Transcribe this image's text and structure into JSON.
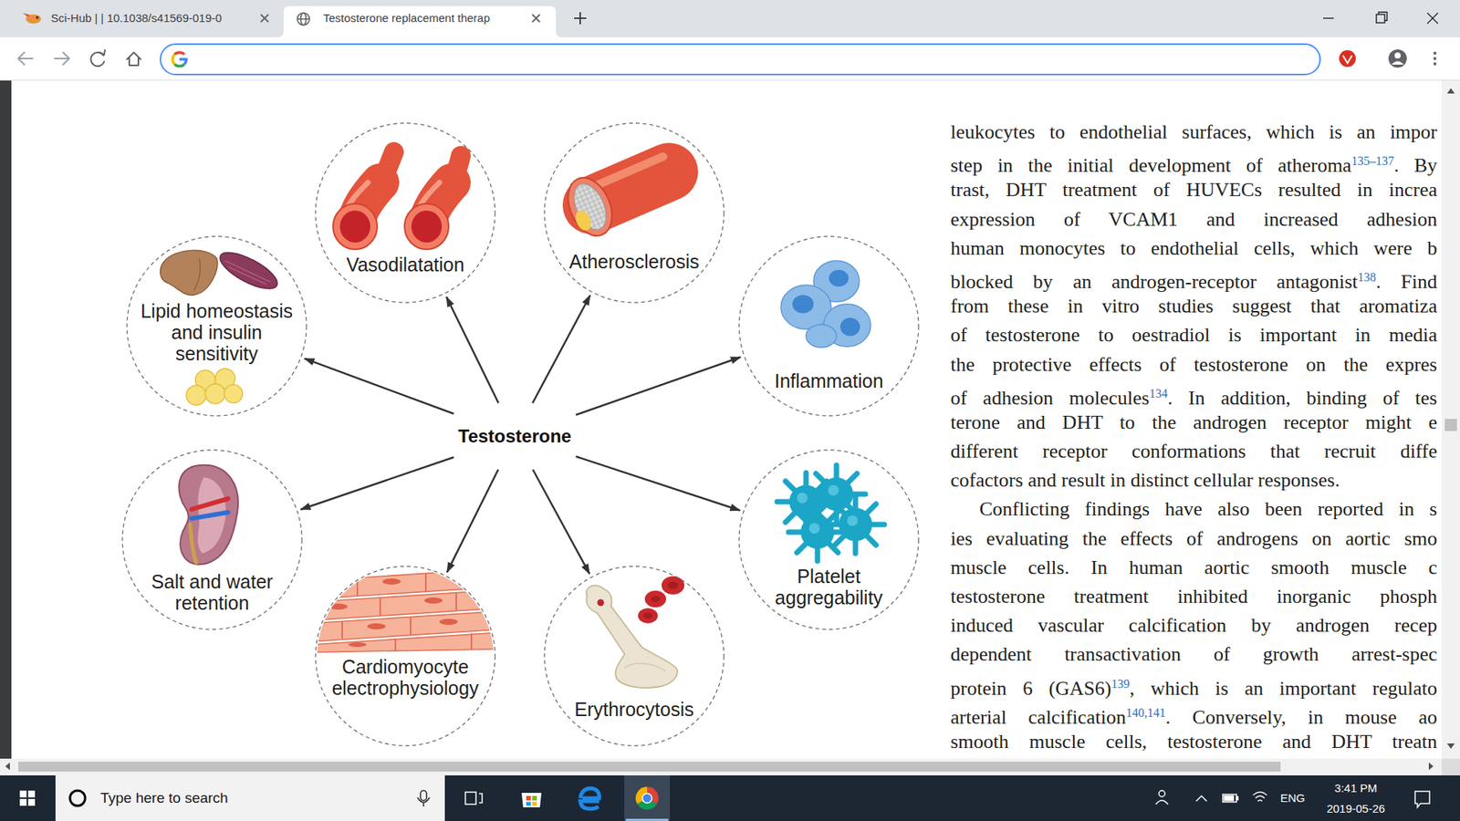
{
  "diagram": {
    "nodes": [
      {
        "text": [
          "Vasodilatation"
        ]
      },
      {
        "text": [
          "Atherosclerosis"
        ]
      },
      {
        "text": [
          "Lipid homeostasis and insulin sensitivity"
        ]
      },
      {
        "text": [
          "Inflammation"
        ]
      },
      {
        "text": [
          "Testosterone"
        ]
      },
      {
        "text": [
          "Salt and water retention"
        ]
      },
      {
        "text": [
          "Platelet aggregability"
        ]
      },
      {
        "text": [
          "Cardiomyocyte electrophysiology"
        ]
      },
      {
        "text": [
          "Erythrocytosis"
        ]
      }
    ],
    "edges": [
      {
        "from": 4,
        "to": 0,
        "arrow": "to"
      },
      {
        "from": 4,
        "to": 1,
        "arrow": "to"
      },
      {
        "from": 4,
        "to": 2,
        "arrow": "to"
      },
      {
        "from": 4,
        "to": 3,
        "arrow": "to"
      },
      {
        "from": 4,
        "to": 5,
        "arrow": "to"
      },
      {
        "from": 4,
        "to": 6,
        "arrow": "to"
      },
      {
        "from": 4,
        "to": 7,
        "arrow": "to"
      },
      {
        "from": 4,
        "to": 8,
        "arrow": "to"
      }
    ],
    "labels": [
      "Sci-Hub | | 10.1038/s41569-019-0",
      "Testosterone replacement therap",
      "leukocytes to endothelial surfaces, which is an impor",
      "step in the initial development of atheroma",
      "135–137",
      ". By",
      "trast, DHT treatment of HUVECs resulted in increa",
      "expression of VCAM1 and increased adhesion",
      "human monocytes to endothelial cells, which were b",
      "blocked by an androgen-receptor antagonist",
      "138",
      ". Find",
      "from these in vitro studies suggest that aromatiza",
      "of testosterone to oestradiol is important in media",
      "the protective effects of testosterone on the expres",
      "of adhesion molecules",
      "134",
      ". In addition, binding of tes",
      "terone and DHT to the androgen receptor might e",
      "different receptor conformations that recruit diffe",
      "cofactors and result in distinct cellular responses.",
      "Conflicting findings have also been reported in s",
      "ies evaluating the effects of androgens on aortic smo",
      "muscle cells. In human aortic smooth muscle c",
      "testosterone treatment inhibited inorganic phosph",
      "induced vascular calcification by androgen recep",
      "dependent transactivation of growth arrest-spec",
      "protein 6 (GAS6)",
      "139",
      ", which is an important regulato",
      "arterial calcification",
      "140,141",
      ". Conversely, in mouse ao",
      "smooth muscle cells, testosterone and DHT treatn",
      "Type here to search",
      "ENG",
      "3:41 PM",
      "2019-05-26"
    ]
  }
}
